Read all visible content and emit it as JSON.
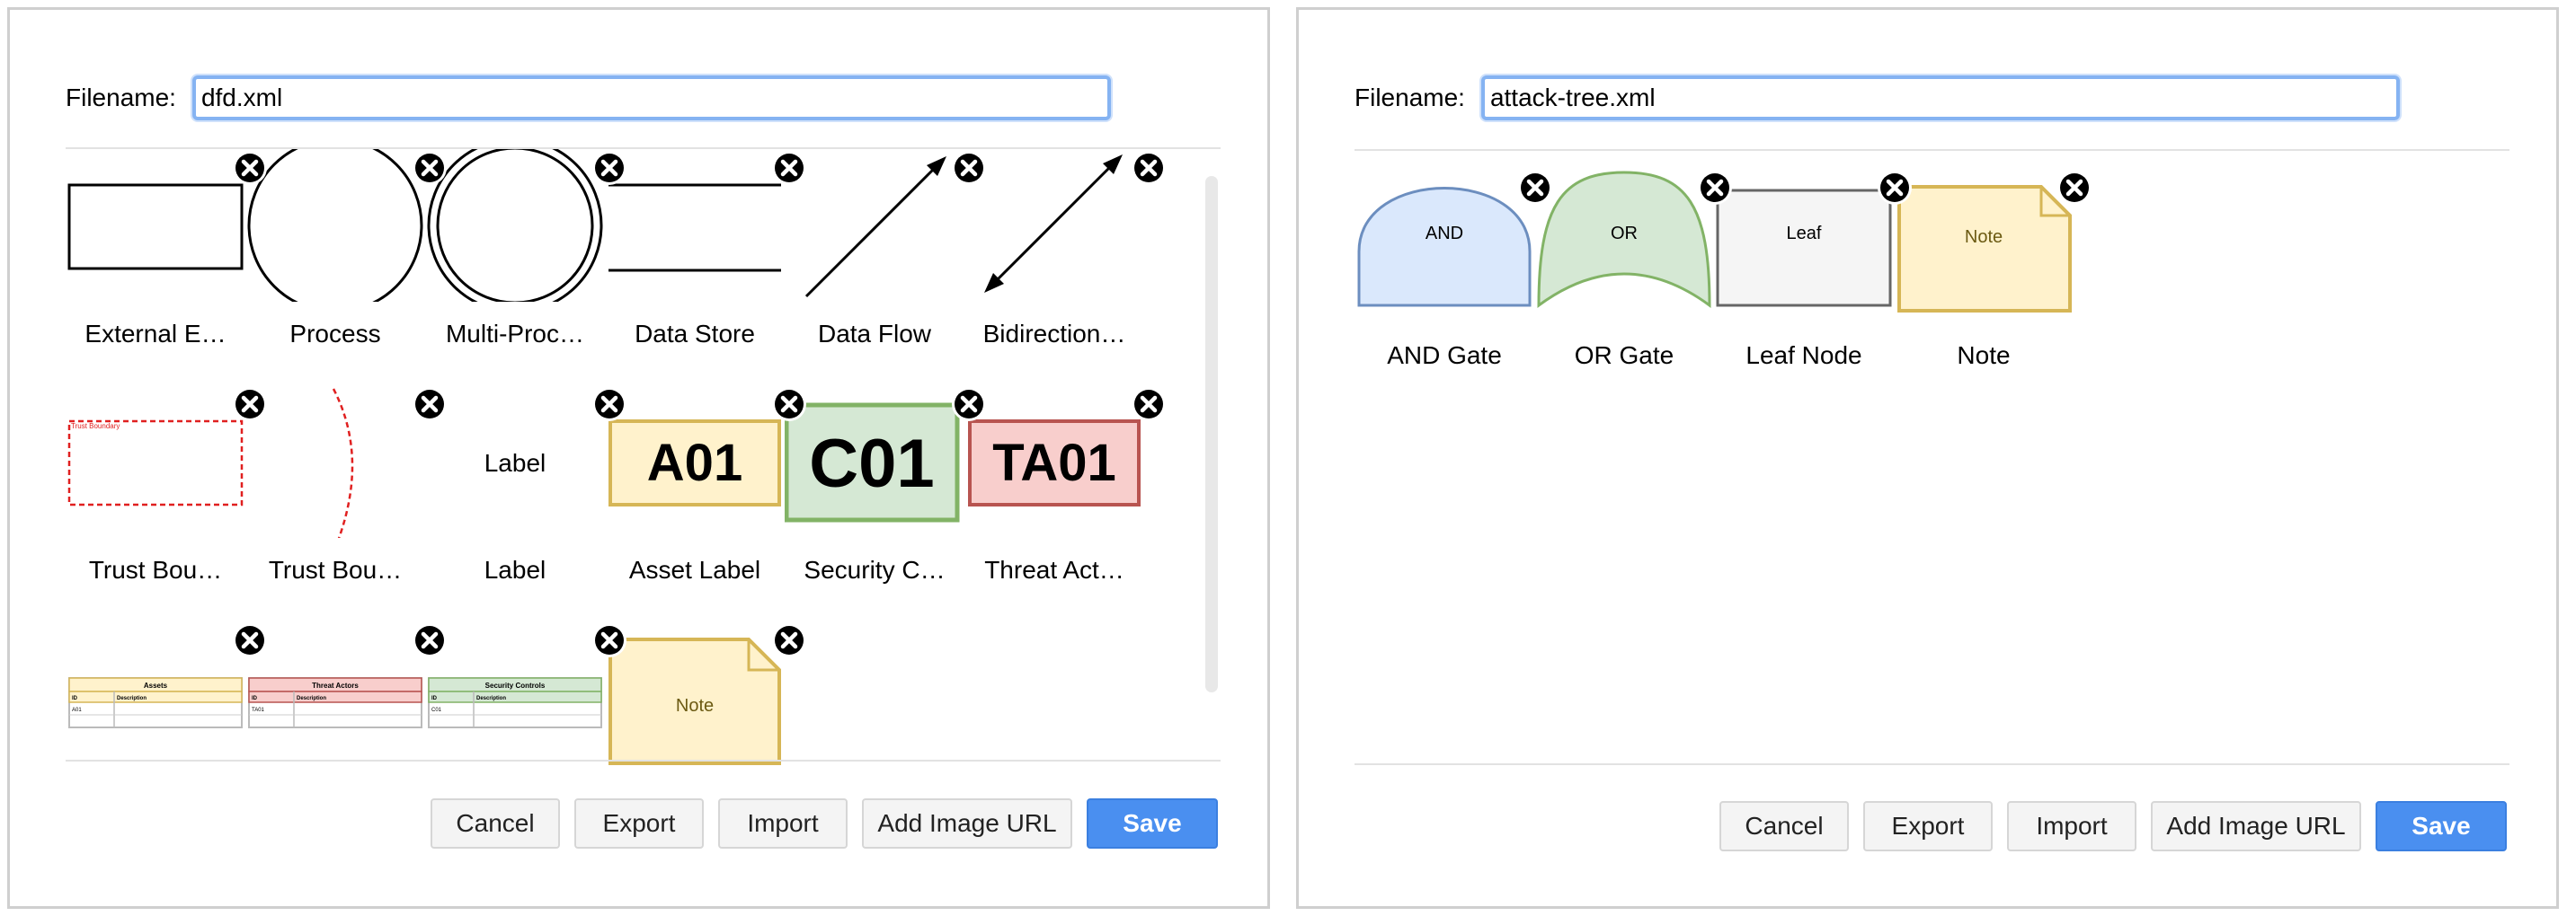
{
  "left": {
    "filename_label": "Filename:",
    "filename_value": "dfd.xml",
    "shapes": [
      {
        "label": "External E…",
        "icon": "external-entity-shape"
      },
      {
        "label": "Process",
        "icon": "process-circle-shape"
      },
      {
        "label": "Multi-Proc…",
        "icon": "multi-process-double-circle-shape"
      },
      {
        "label": "Data Store",
        "icon": "data-store-lines-shape"
      },
      {
        "label": "Data Flow",
        "icon": "data-flow-arrow-shape"
      },
      {
        "label": "Bidirection…",
        "icon": "bidirectional-arrow-shape"
      },
      {
        "label": "Trust Bou…",
        "icon": "trust-boundary-box-shape",
        "text": "Trust Boundary"
      },
      {
        "label": "Trust Bou…",
        "icon": "trust-boundary-curve-shape"
      },
      {
        "label": "Label",
        "icon": "label-text-shape",
        "text": "Label"
      },
      {
        "label": "Asset Label",
        "icon": "asset-label-shape",
        "text": "A01"
      },
      {
        "label": "Security C…",
        "icon": "security-control-label-shape",
        "text": "C01"
      },
      {
        "label": "Threat Act…",
        "icon": "threat-actor-label-shape",
        "text": "TA01"
      },
      {
        "label": "",
        "icon": "assets-table-shape",
        "title": "Assets",
        "col1": "ID",
        "col2": "Description",
        "row": "A01"
      },
      {
        "label": "",
        "icon": "threat-actors-table-shape",
        "title": "Threat Actors",
        "col1": "ID",
        "col2": "Description",
        "row": "TA01"
      },
      {
        "label": "",
        "icon": "security-controls-table-shape",
        "title": "Security Controls",
        "col1": "ID",
        "col2": "Description",
        "row": "C01"
      },
      {
        "label": "",
        "icon": "note-shape",
        "text": "Note"
      }
    ],
    "buttons": {
      "cancel": "Cancel",
      "export": "Export",
      "import": "Import",
      "add_image_url": "Add Image URL",
      "save": "Save"
    }
  },
  "right": {
    "filename_label": "Filename:",
    "filename_value": "attack-tree.xml",
    "shapes": [
      {
        "label": "AND Gate",
        "icon": "and-gate-shape",
        "text": "AND"
      },
      {
        "label": "OR Gate",
        "icon": "or-gate-shape",
        "text": "OR"
      },
      {
        "label": "Leaf Node",
        "icon": "leaf-node-shape",
        "text": "Leaf"
      },
      {
        "label": "Note",
        "icon": "note-shape",
        "text": "Note"
      }
    ],
    "buttons": {
      "cancel": "Cancel",
      "export": "Export",
      "import": "Import",
      "add_image_url": "Add Image URL",
      "save": "Save"
    }
  },
  "colors": {
    "accent": "#4a8ff0",
    "asset_fill": "#fff2cc",
    "asset_stroke": "#d6b656",
    "control_fill": "#d5e8d4",
    "control_stroke": "#82b366",
    "threat_fill": "#f8cecc",
    "threat_stroke": "#b85450",
    "and_fill": "#dae8fc",
    "and_stroke": "#6c8ebf",
    "leaf_fill": "#f5f5f5",
    "leaf_stroke": "#666666",
    "trust_boundary": "#e02020"
  }
}
